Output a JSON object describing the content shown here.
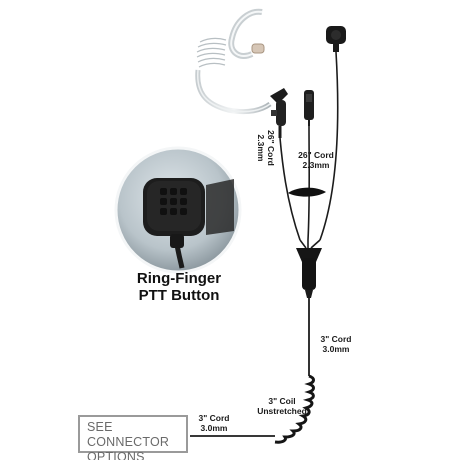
{
  "labels": {
    "earphone_cord": [
      "26\" Cord",
      "2.3mm"
    ],
    "mic_cord": [
      "26\" Cord",
      "2.3mm"
    ],
    "main_cord": [
      "3\" Cord",
      "3.0mm"
    ],
    "coil": [
      "3\" Coil",
      "Unstretched"
    ],
    "bottom_cord": [
      "3\" Cord",
      "3.0mm"
    ]
  },
  "ptt": {
    "title_line1": "Ring-Finger",
    "title_line2": "PTT Button"
  },
  "connector": {
    "line1": "SEE CONNECTOR",
    "line2": "OPTIONS CHART"
  },
  "colors": {
    "cord": "#1c1c1c",
    "tube": "#d8dde0",
    "circle_bg": "#b9c4ca",
    "connector_border": "#9a9a9a"
  }
}
